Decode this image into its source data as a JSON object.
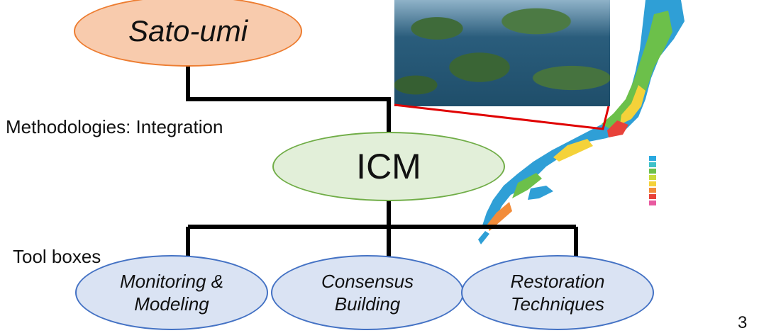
{
  "diagram": {
    "top_concept": "Sato-umi",
    "method_label": "Methodologies: Integration",
    "center_concept": "ICM",
    "toolbox_label": "Tool boxes",
    "tools": [
      {
        "line1": "Monitoring &",
        "line2": "Modeling"
      },
      {
        "line1": "Consensus",
        "line2": "Building"
      },
      {
        "line1": "Restoration",
        "line2": "Techniques"
      }
    ]
  },
  "slide": {
    "page_number": "3"
  },
  "colors": {
    "orange_fill": "#f8cbad",
    "orange_border": "#ed7d31",
    "green_fill": "#e2efd9",
    "green_border": "#70ad47",
    "blue_fill": "#dae3f3",
    "blue_border": "#4472c4",
    "connector": "#000000",
    "callout": "#e00000"
  },
  "images": {
    "aerial": "aerial-photo-islands",
    "map": "japan-colored-map"
  }
}
